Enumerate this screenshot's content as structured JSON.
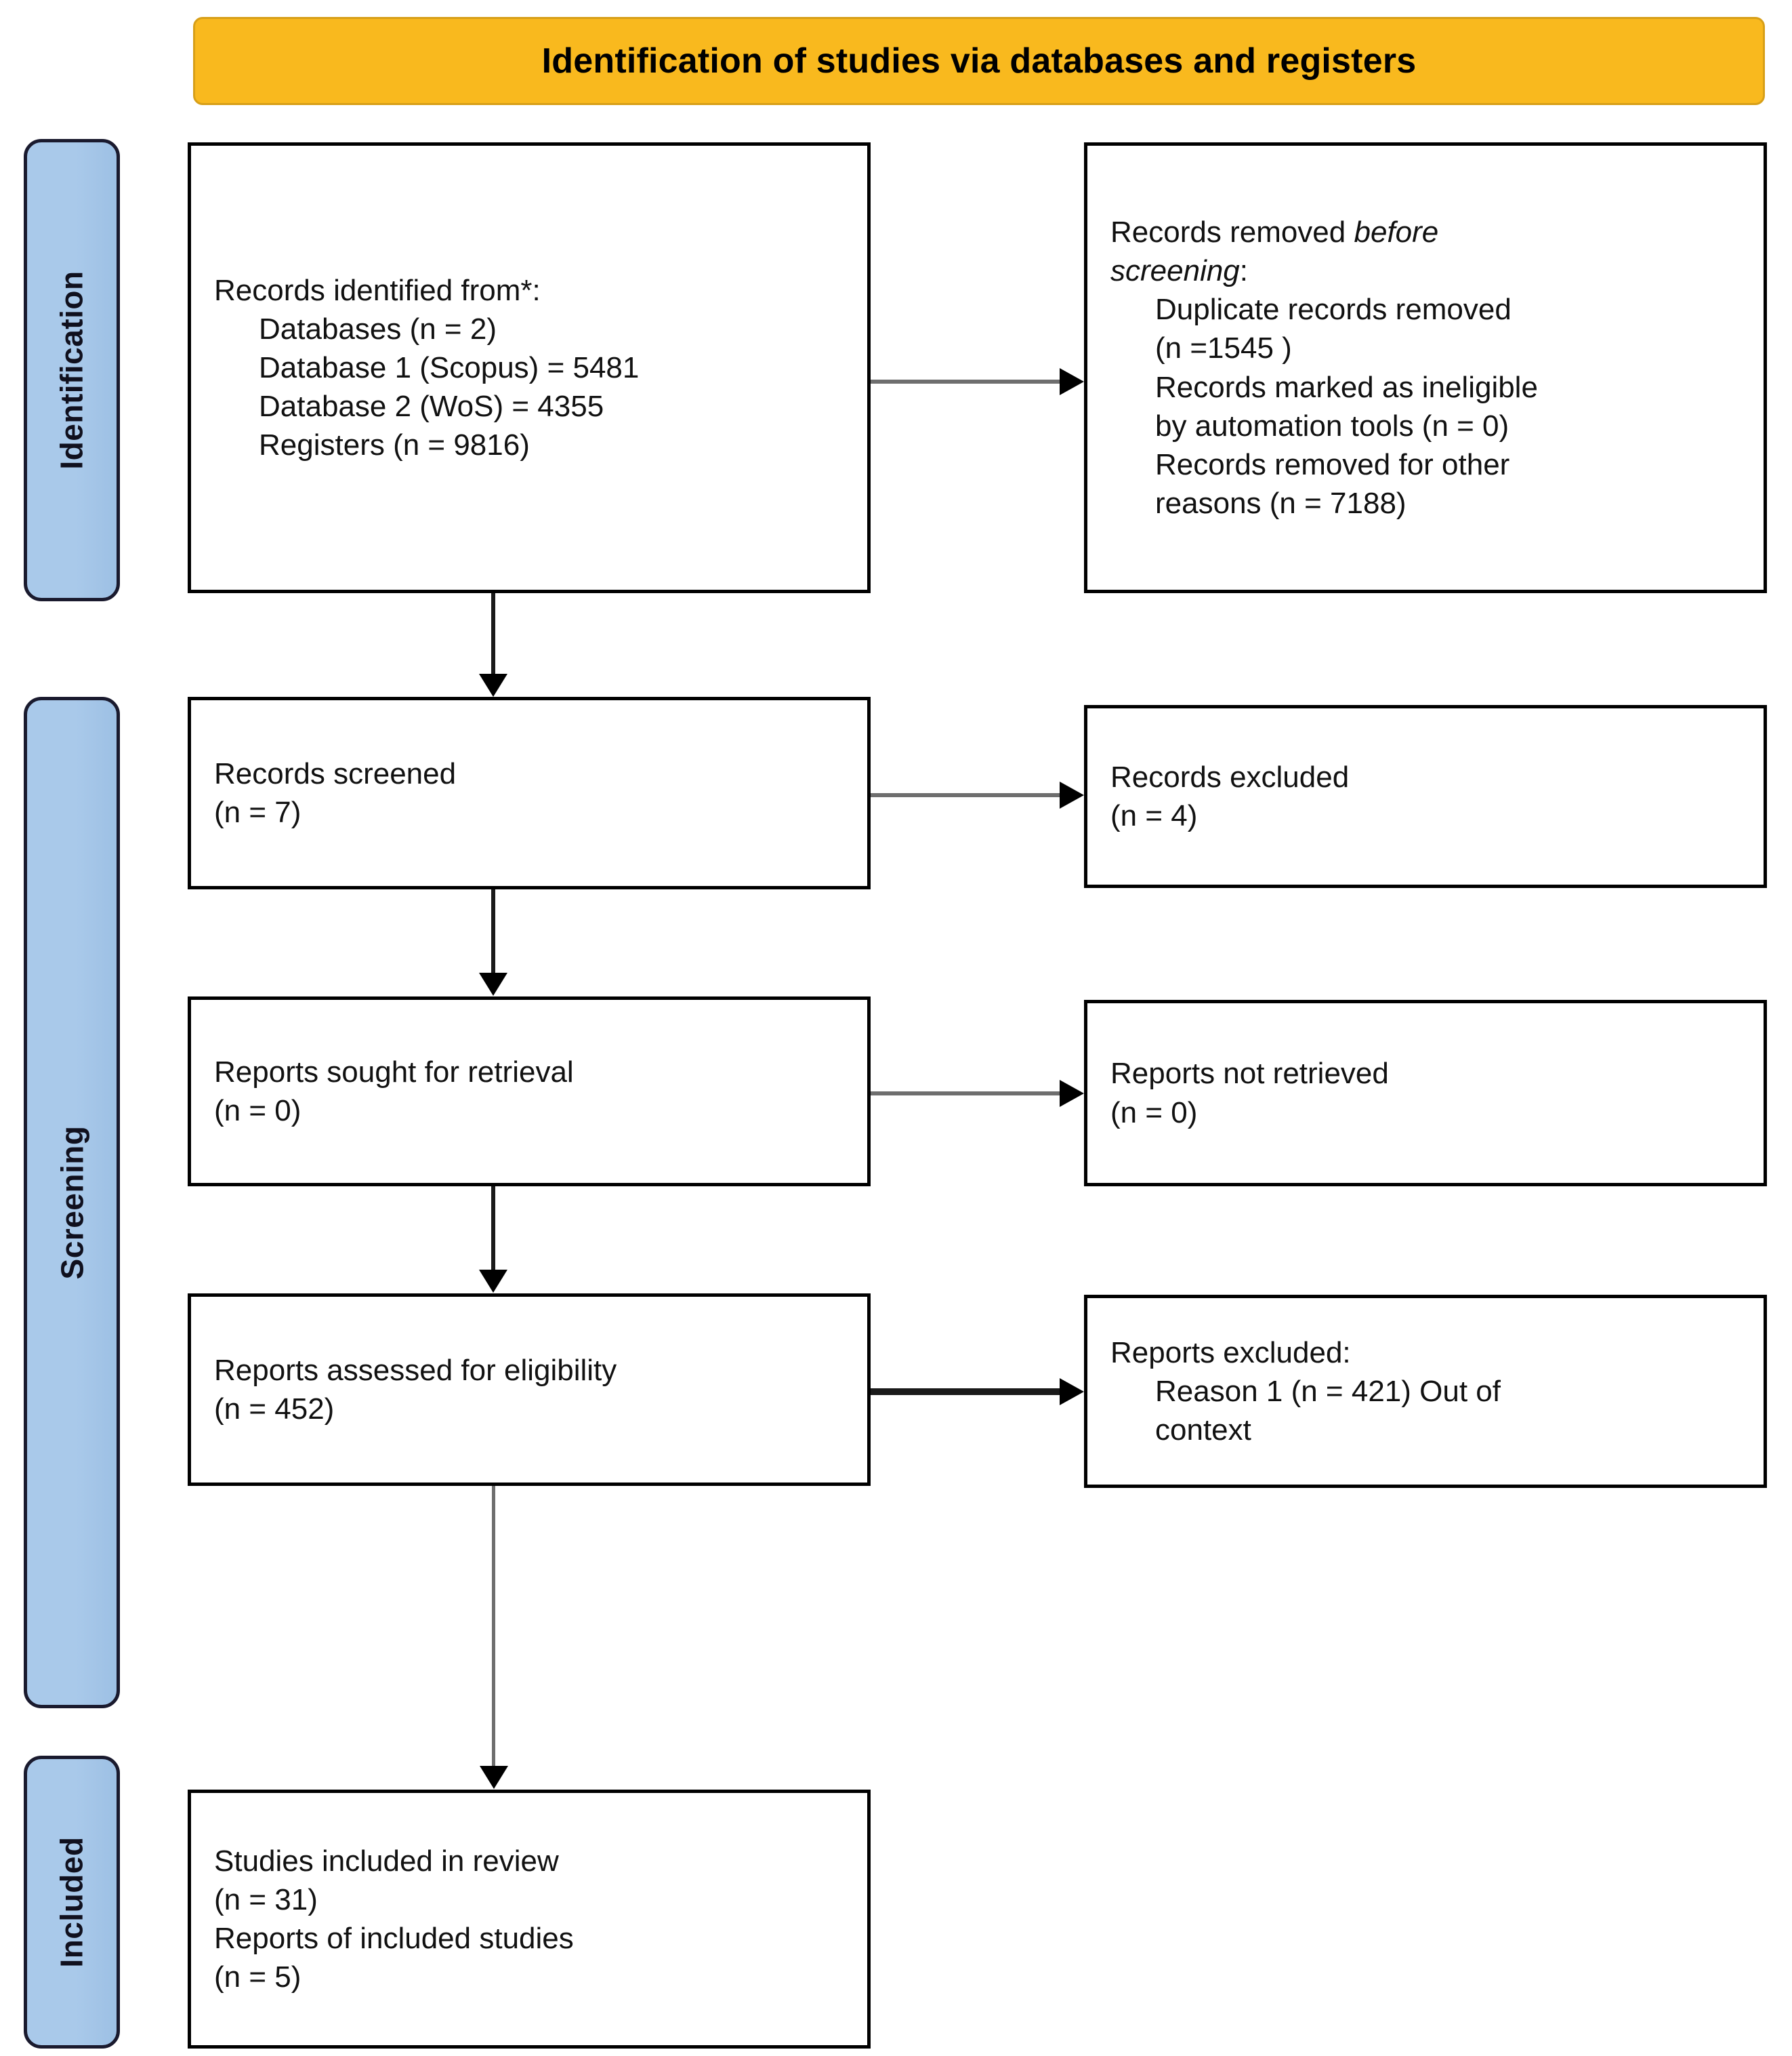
{
  "header": {
    "title": "Identification of studies via databases and registers",
    "background_color": "#F9B91E"
  },
  "stages": {
    "identification": "Identification",
    "screening": "Screening",
    "included": "Included",
    "background_color": "#A9C9EA"
  },
  "boxes": {
    "identified": {
      "line1": "Records identified from*:",
      "line2": "Databases (n = 2)",
      "line3": "Database 1 (Scopus) = 5481",
      "line4": "Database 2 (WoS) = 4355",
      "line5": "Registers (n = 9816)"
    },
    "removed_before": {
      "line1_a": "Records removed ",
      "line1_b": "before",
      "line2_b": "screening",
      "line2_c": ":",
      "line3": "Duplicate records removed",
      "line4": "(n =1545 )",
      "line5": "Records marked as ineligible",
      "line6": "by automation tools (n = 0)",
      "line7": "Records removed for other",
      "line8": "reasons (n = 7188)"
    },
    "screened": {
      "line1": "Records screened",
      "line2": "(n = 7)"
    },
    "records_excluded": {
      "line1": "Records excluded",
      "line2": "(n = 4)"
    },
    "sought": {
      "line1": "Reports sought for retrieval",
      "line2": "(n = 0)"
    },
    "not_retrieved": {
      "line1": "Reports not retrieved",
      "line2": "(n = 0)"
    },
    "assessed": {
      "line1": "Reports assessed for eligibility",
      "line2": "(n = 452)"
    },
    "reports_excluded": {
      "line1": "Reports excluded:",
      "line2": "Reason 1 (n = 421) Out of",
      "line3": "context"
    },
    "included": {
      "line1": "Studies included in review",
      "line2": "(n = 31)",
      "line3": "Reports of included studies",
      "line4": "(n = 5)"
    }
  }
}
